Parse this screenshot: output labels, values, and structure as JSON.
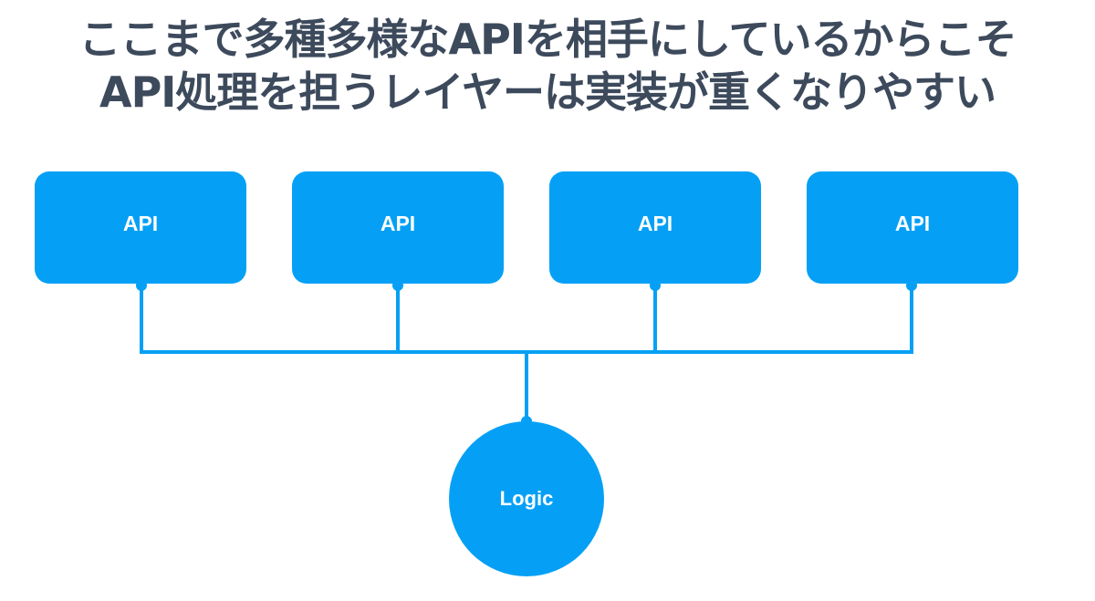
{
  "title": {
    "line1": "ここまで多種多様なAPIを相手にしているからこそ",
    "line2": "API処理を担うレイヤーは実装が重くなりやすい"
  },
  "diagram": {
    "accent_color": "#05a0f5",
    "title_color": "#3d4a5c",
    "api_nodes": [
      {
        "label": "API"
      },
      {
        "label": "API"
      },
      {
        "label": "API"
      },
      {
        "label": "API"
      }
    ],
    "logic_node": {
      "label": "Logic"
    }
  }
}
